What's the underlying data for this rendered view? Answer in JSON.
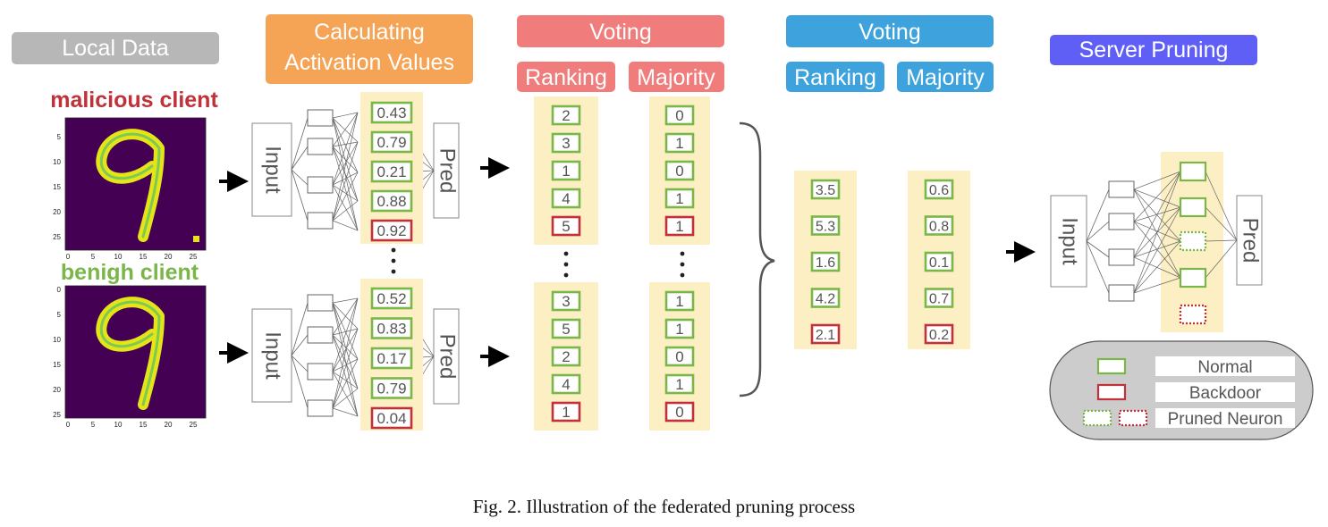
{
  "headers": {
    "local_data": "Local Data",
    "calc": [
      "Calculating",
      "Activation Values"
    ],
    "voting1": "Voting",
    "ranking1": "Ranking",
    "majority1": "Majority",
    "voting2": "Voting",
    "ranking2": "Ranking",
    "majority2": "Majority",
    "server_pruning": "Server Pruning"
  },
  "clients": {
    "malicious_label": "malicious client",
    "benign_label": "benigh client",
    "y_ticks": [
      "0",
      "5",
      "10",
      "15",
      "20",
      "25"
    ],
    "x_ticks": [
      "0",
      "5",
      "10",
      "15",
      "20",
      "25"
    ]
  },
  "network": {
    "input_label": "Input",
    "pred_label": "Pred"
  },
  "activations": {
    "malicious": [
      "0.43",
      "0.79",
      "0.21",
      "0.88",
      "0.92"
    ],
    "benign": [
      "0.52",
      "0.83",
      "0.17",
      "0.79",
      "0.04"
    ]
  },
  "ranking": {
    "malicious": [
      "2",
      "3",
      "1",
      "4",
      "5"
    ],
    "benign": [
      "3",
      "5",
      "2",
      "4",
      "1"
    ]
  },
  "majority": {
    "malicious": [
      "0",
      "1",
      "0",
      "1",
      "1"
    ],
    "benign": [
      "1",
      "1",
      "0",
      "1",
      "0"
    ]
  },
  "aggregated": {
    "ranking": [
      "3.5",
      "5.3",
      "1.6",
      "4.2",
      "2.1"
    ],
    "majority": [
      "0.6",
      "0.8",
      "0.1",
      "0.7",
      "0.2"
    ]
  },
  "legend": {
    "normal": "Normal",
    "backdoor": "Backdoor",
    "pruned": "Pruned Neuron"
  },
  "colors": {
    "normal": "#7ab648",
    "backdoor": "#c0313a",
    "highlight": "#fcefc4",
    "gray_header": "#b7b7b7",
    "orange_header": "#f5a455",
    "pink_header": "#f07c7c",
    "blue_header": "#3ea3dd",
    "purple_header": "#5f5ff5",
    "malicious_text": "#c0313a",
    "benign_text": "#7ab648"
  },
  "caption": "Fig. 2.  Illustration of the federated pruning process"
}
